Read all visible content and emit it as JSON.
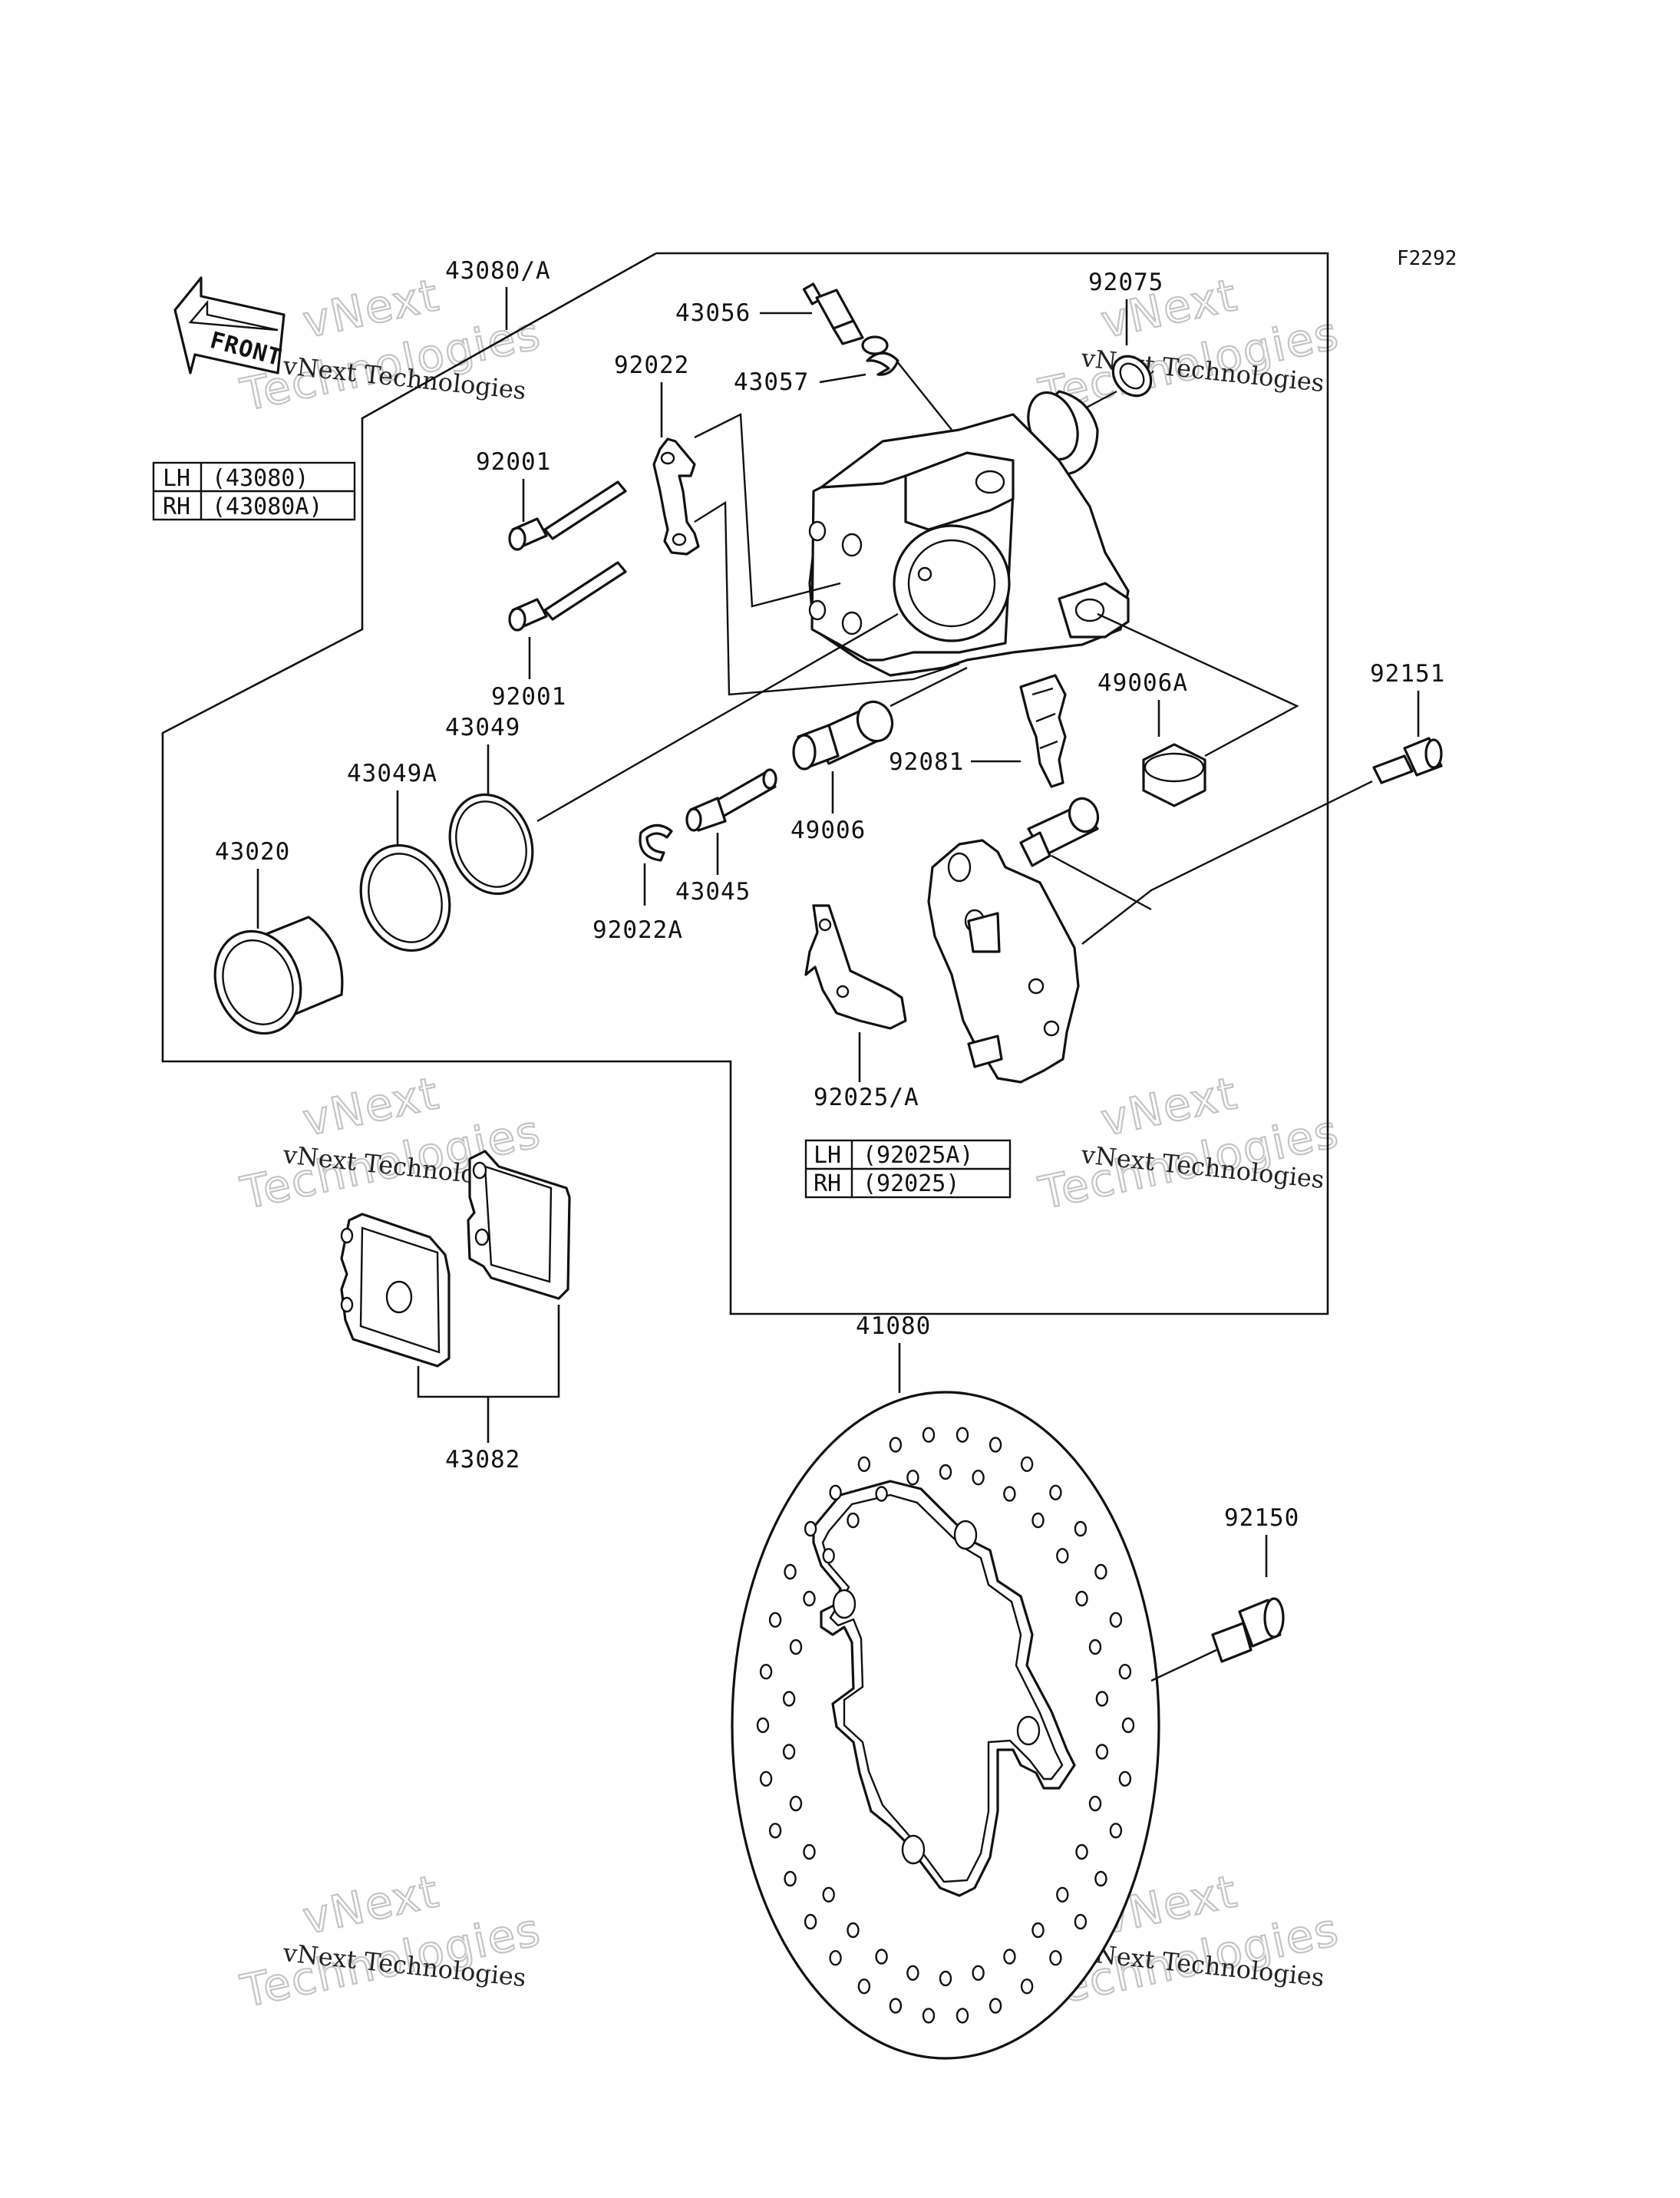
{
  "diagram_code": "F2292",
  "front_arrow_label": "FRONT",
  "callouts": {
    "caliper_assy": "43080/A",
    "bleed_valve": "43056",
    "bleed_cap": "43057",
    "boot": "92075",
    "plate_92022": "92022",
    "bolt_upper": "92001",
    "bolt_lower": "92001",
    "seal_43049": "43049",
    "seal_43049a": "43049A",
    "piston": "43020",
    "pin_boot": "49006A",
    "bracket_bolt": "92151",
    "spring_92081": "92081",
    "pin_49006": "49006",
    "pin_43045": "43045",
    "clip_92022a": "92022A",
    "spring_92025": "92025/A",
    "pads": "43082",
    "disc": "41080",
    "disc_bolt": "92150"
  },
  "caliper_table": {
    "rows": [
      {
        "side": "LH",
        "part": "(43080)"
      },
      {
        "side": "RH",
        "part": "(43080A)"
      }
    ]
  },
  "spring_table": {
    "rows": [
      {
        "side": "LH",
        "part": "(92025A)"
      },
      {
        "side": "RH",
        "part": "(92025)"
      }
    ]
  },
  "watermark": {
    "company": "vNext Technologies",
    "line1": "vNext",
    "line2": "Technologies"
  }
}
